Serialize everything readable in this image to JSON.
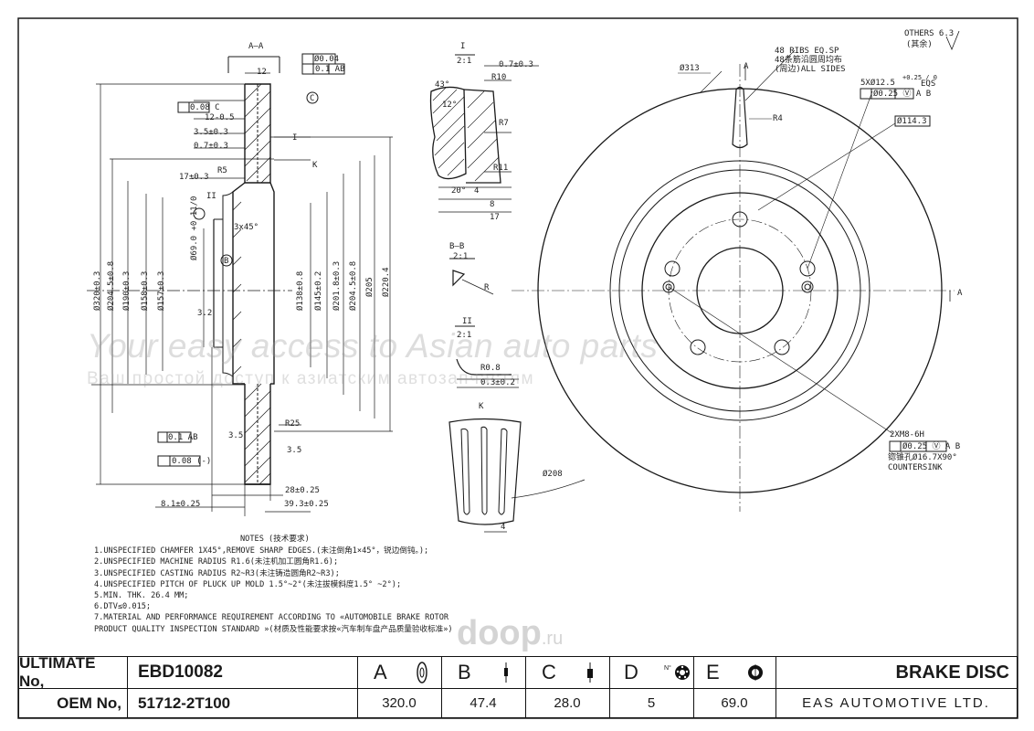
{
  "drawing": {
    "section_label": "A—A",
    "detail1_label": "I",
    "detail1_scale": "2:1",
    "section_bb_label": "B—B",
    "section_bb_scale": "2:1",
    "detail2_label": "II",
    "detail2_scale": "2:1",
    "view_k_label": "K",
    "others_roughness": "OTHERS 6.3",
    "others_cn": "(其余)",
    "ribs_note_1": "48 RIBS EQ.SP",
    "ribs_note_2": "48条筋沿圆周均布",
    "ribs_note_3": "(周边)ALL SIDES",
    "holes_spec": "5XØ12.5",
    "holes_tol": "+0.25 / 0",
    "holes_eqs": "EQS",
    "holes_tol_frame": "Ø0.25 Ⓥ A B",
    "pcd": "Ø114.3",
    "dia_313": "Ø313",
    "r4": "R4",
    "tap_spec": "2XM8-6H",
    "tap_frame": "Ø0.25 Ⓥ A B",
    "tap_cn": "锪锥孔Ø16.7X90°",
    "countersink": "COUNTERSINK",
    "dims": [
      "12",
      "Ø0.04",
      "0.1 AB",
      "0.08 C",
      "12-0.5",
      "3.5±0.3",
      "0.7±0.3",
      "17±0.3",
      "R5",
      "3x45°",
      "Ø69.0 +0.11/0",
      "3.2",
      "Ø320±0.3",
      "Ø204.5±0.8",
      "Ø190±0.3",
      "Ø158±0.3",
      "Ø157±0.3",
      "Ø138±0.8",
      "Ø145±0.2",
      "Ø201.8±0.3",
      "Ø204.5±0.8",
      "Ø205",
      "Ø220.4",
      "R25",
      "3.5",
      "3.5",
      "0.1 AB",
      "0.08 (-)",
      "28±0.25",
      "8.1±0.25",
      "39.3±0.25",
      "0.7±0.3",
      "43°",
      "R10",
      "12°",
      "R7",
      "R11",
      "20°",
      "4",
      "8",
      "17",
      "R",
      "R0.8",
      "0.3±0.2",
      "Ø208",
      "4",
      "A",
      "A",
      "B",
      "C",
      "K",
      "I",
      "II"
    ]
  },
  "notes": {
    "title": "NOTES (技术要求)",
    "lines": [
      "1.UNSPECIFIED CHAMFER 1X45°,REMOVE SHARP EDGES.(未注倒角1×45°，锐边倒钝。);",
      "2.UNSPECIFIED MACHINE RADIUS R1.6(未注机加工圆角R1.6);",
      "3.UNSPECIFIED CASTING RADIUS R2~R3(未注铸造圆角R2~R3);",
      "4.UNSPECIFIED PITCH OF PLUCK UP MOLD 1.5°~2°(未注拔模斜度1.5° ~2°);",
      "5.MIN. THK. 26.4 MM;",
      "6.DTV≤0.015;",
      "7.MATERIAL AND PERFORMANCE REQUIREMENT ACCORDING TO «AUTOMOBILE BRAKE ROTOR",
      "  PRODUCT QUALITY INSPECTION STANDARD »(材质及性能要求按«汽车制车盘产品质量验收标准»)"
    ]
  },
  "watermark": {
    "line1": "Your easy access to Asian auto parts",
    "line2": "Ваш простой доступ к азиатским автозапчастям",
    "site": "doop",
    "site_tld": ".ru"
  },
  "title_block": {
    "ultimate_label": "ULTIMATE No,",
    "ultimate_value": "EBD10082",
    "oem_label": "OEM No,",
    "oem_value": "51712-2T100",
    "columns": [
      {
        "letter": "A",
        "value": "320.0",
        "icon": "disc-face-icon"
      },
      {
        "letter": "B",
        "value": "47.4",
        "icon": "height-icon"
      },
      {
        "letter": "C",
        "value": "28.0",
        "icon": "thickness-icon"
      },
      {
        "letter": "D",
        "value": "5",
        "icon": "bolt-holes-icon",
        "icon_text": "N°"
      },
      {
        "letter": "E",
        "value": "69.0",
        "icon": "center-bore-icon"
      }
    ],
    "product_name": "BRAKE DISC",
    "company": "EAS AUTOMOTIVE LTD."
  },
  "colors": {
    "line": "#1a1a1a",
    "watermark": "#9a9a9a",
    "border": "#111111"
  }
}
